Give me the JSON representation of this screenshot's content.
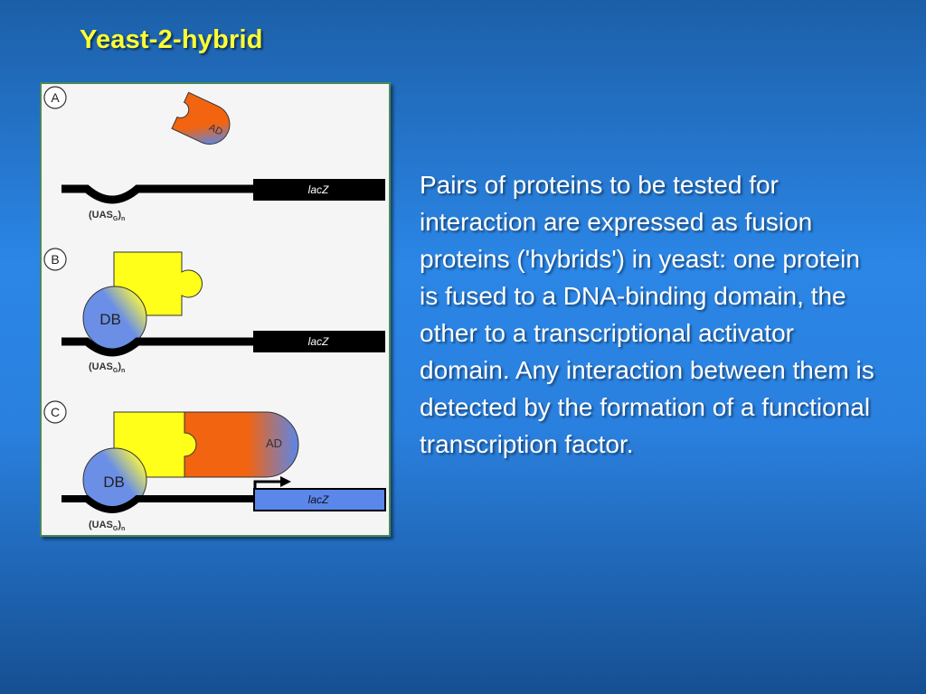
{
  "slide": {
    "title": "Yeast-2-hybrid",
    "body": "Pairs of proteins to be tested for interaction are expressed as fusion proteins ('hybrids') in yeast: one protein is fused to a DNA-binding domain, the other to a transcriptional activator domain. Any interaction between them is detected by the formation of a functional transcription factor."
  },
  "figure": {
    "panels": [
      {
        "label": "A",
        "reporter": "lacZ",
        "promoter": "(UAS",
        "promoter_sub": "G",
        "promoter_tail": ")",
        "promoter_n": "n",
        "ad_label": "AD"
      },
      {
        "label": "B",
        "reporter": "lacZ",
        "promoter": "(UAS",
        "promoter_sub": "G",
        "promoter_tail": ")",
        "promoter_n": "n",
        "db_label": "DB"
      },
      {
        "label": "C",
        "reporter": "lacZ",
        "promoter": "(UAS",
        "promoter_sub": "G",
        "promoter_tail": ")",
        "promoter_n": "n",
        "db_label": "DB",
        "ad_label": "AD"
      }
    ],
    "colors": {
      "background": "#f5f5f5",
      "ad_protein": "#f2640f",
      "db_protein": "#6b8fe6",
      "bait_protein": "#ffff1a",
      "dna": "#000000",
      "reporter_active": "#5b86ea"
    }
  }
}
